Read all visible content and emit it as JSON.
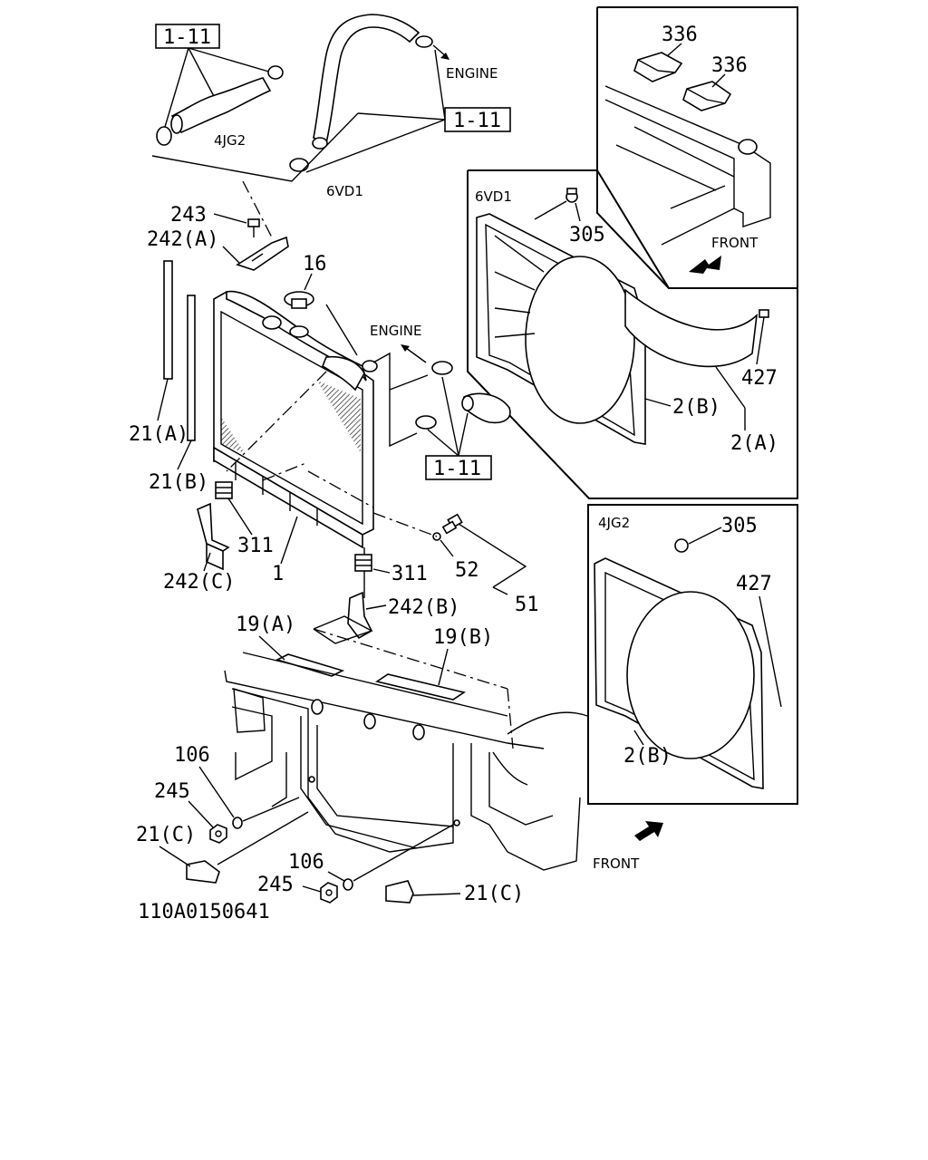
{
  "diagram_code": "110A0150641",
  "ref_tags": {
    "top_left": "1-11",
    "top_right": "1-11",
    "mid": "1-11"
  },
  "direction_labels": {
    "engine_top": "ENGINE",
    "engine_mid": "ENGINE",
    "front_inset": "FRONT",
    "front_bottom": "FRONT"
  },
  "variants": {
    "hose_4jg2": "4JG2",
    "hose_6vd1": "6VD1",
    "inset_6vd1": "6VD1",
    "inset_4jg2": "4JG2"
  },
  "callouts": {
    "c336a": "336",
    "c336b": "336",
    "c243": "243",
    "c242a": "242(A)",
    "c16": "16",
    "c305a": "305",
    "c2b_a": "2(B)",
    "c427a": "427",
    "c2a": "2(A)",
    "c21a": "21(A)",
    "c21b": "21(B)",
    "c311a": "311",
    "c242c": "242(C)",
    "c1": "1",
    "c52": "52",
    "c311b": "311",
    "c51": "51",
    "c242b": "242(B)",
    "c305b": "305",
    "c427b": "427",
    "c2b_b": "2(B)",
    "c19a": "19(A)",
    "c19b": "19(B)",
    "c106a": "106",
    "c245a": "245",
    "c21c_a": "21(C)",
    "c106b": "106",
    "c245b": "245",
    "c21c_b": "21(C)"
  },
  "icons": [
    "arrow-icon",
    "radiator-cap-icon",
    "clamp-icon"
  ]
}
